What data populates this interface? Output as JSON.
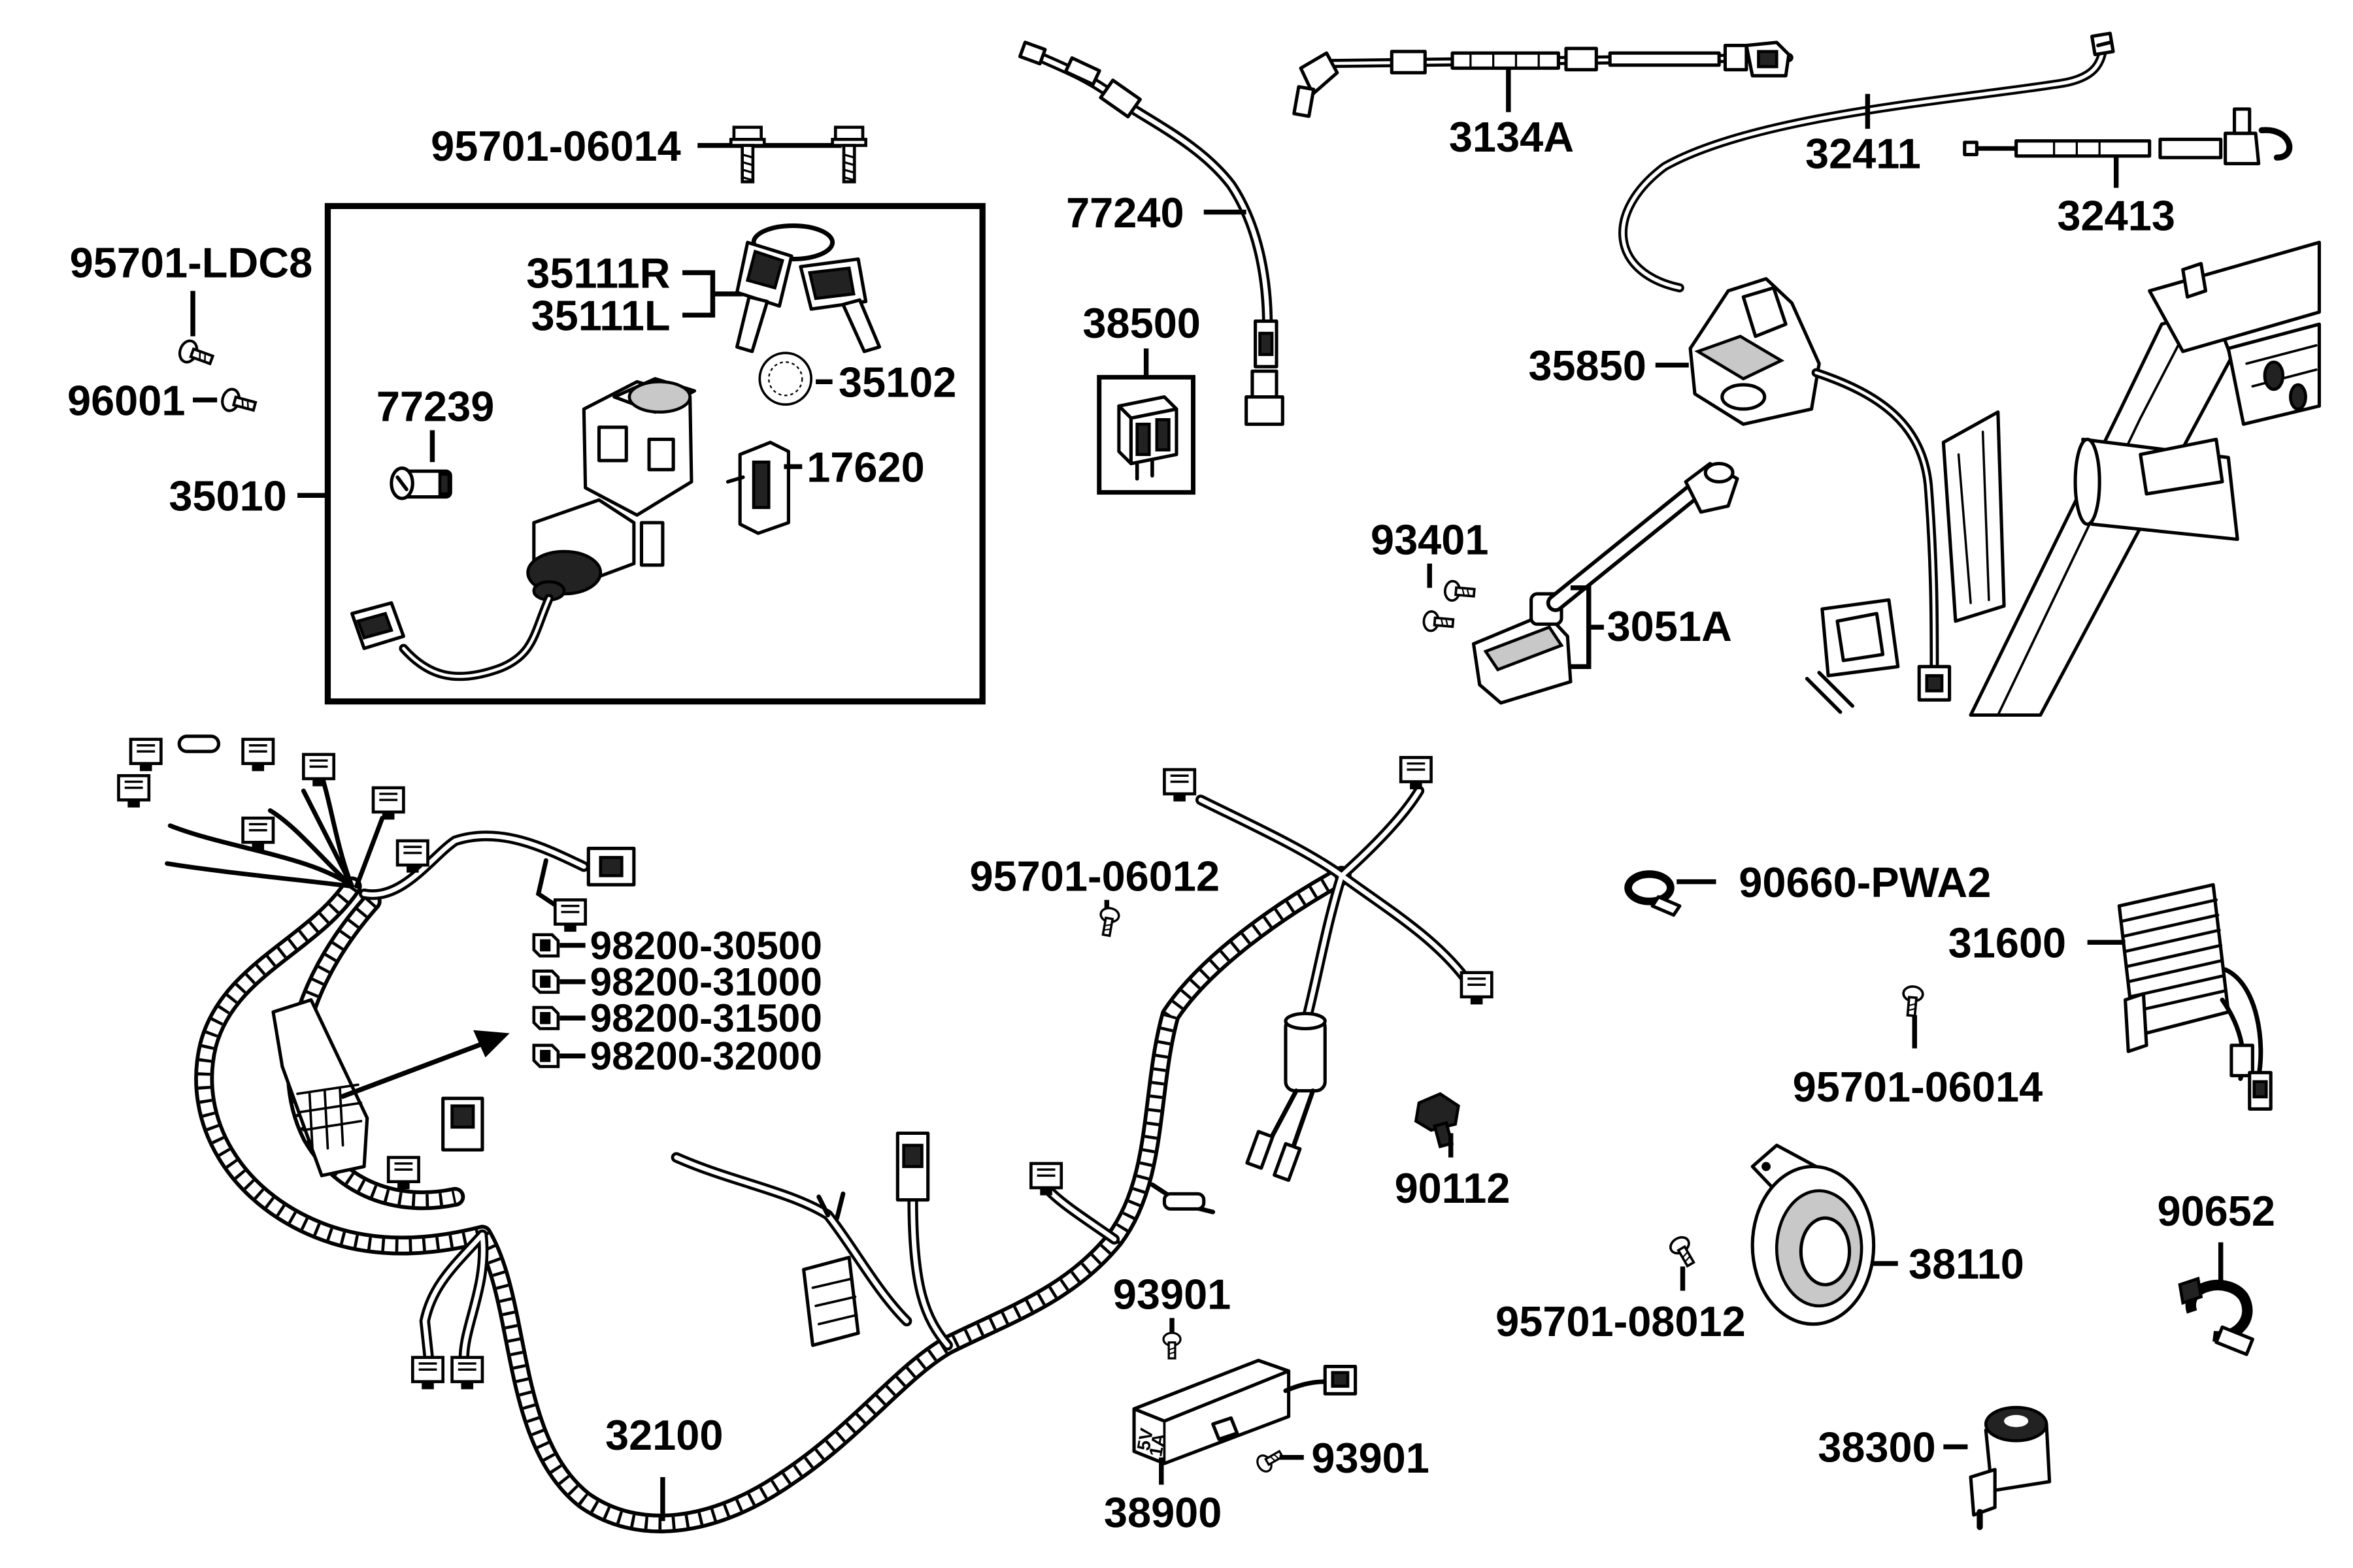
{
  "callouts": [
    "95701-06014",
    "95701-LDC8",
    "96001",
    "35010",
    "35111R",
    "35111L",
    "35102",
    "77239",
    "17620",
    "77240",
    "38500",
    "3134A",
    "32411",
    "32413",
    "35850",
    "93401",
    "3051A",
    "95701-06012",
    "98200-30500",
    "98200-31000",
    "98200-31500",
    "98200-32000",
    "90660-PWA2",
    "31600",
    "95701-06014",
    "90112",
    "90652",
    "38110",
    "95701-08012",
    "93901",
    "93901",
    "38900",
    "38300",
    "32100"
  ],
  "part_markings": {
    "charger_voltage": "5V",
    "charger_current": "1A"
  },
  "colors": {
    "ink": "#000000",
    "background": "#ffffff"
  }
}
